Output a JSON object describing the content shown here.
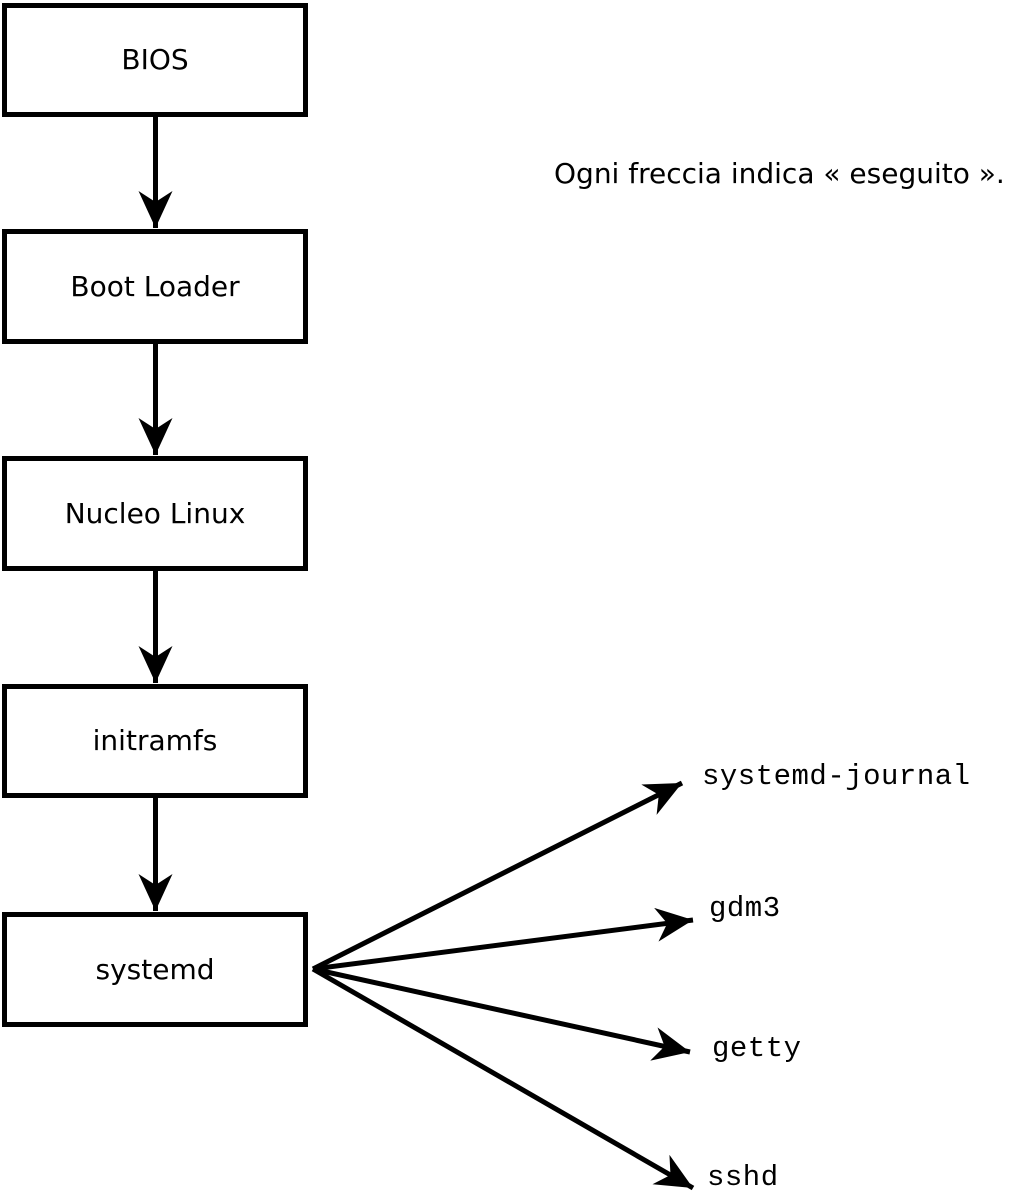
{
  "diagram": {
    "caption": "Ogni freccia indica « eseguito ».",
    "colors": {
      "background": "#ffffff",
      "line": "#000000",
      "box_fill": "#ffffff",
      "text": "#000000"
    },
    "boxes": [
      {
        "id": "bios",
        "label": "BIOS"
      },
      {
        "id": "boot-loader",
        "label": "Boot Loader"
      },
      {
        "id": "kernel",
        "label": "Nucleo Linux"
      },
      {
        "id": "initramfs",
        "label": "initramfs"
      },
      {
        "id": "systemd",
        "label": "systemd"
      }
    ],
    "services": [
      {
        "id": "systemd-journal",
        "label": "systemd-journal"
      },
      {
        "id": "gdm3",
        "label": "gdm3"
      },
      {
        "id": "getty",
        "label": "getty"
      },
      {
        "id": "sshd",
        "label": "sshd"
      }
    ],
    "edges": [
      {
        "from": "BIOS",
        "to": "Boot Loader",
        "meaning": "eseguito"
      },
      {
        "from": "Boot Loader",
        "to": "Nucleo Linux",
        "meaning": "eseguito"
      },
      {
        "from": "Nucleo Linux",
        "to": "initramfs",
        "meaning": "eseguito"
      },
      {
        "from": "initramfs",
        "to": "systemd",
        "meaning": "eseguito"
      },
      {
        "from": "systemd",
        "to": "systemd-journal",
        "meaning": "eseguito"
      },
      {
        "from": "systemd",
        "to": "gdm3",
        "meaning": "eseguito"
      },
      {
        "from": "systemd",
        "to": "getty",
        "meaning": "eseguito"
      },
      {
        "from": "systemd",
        "to": "sshd",
        "meaning": "eseguito"
      }
    ]
  }
}
